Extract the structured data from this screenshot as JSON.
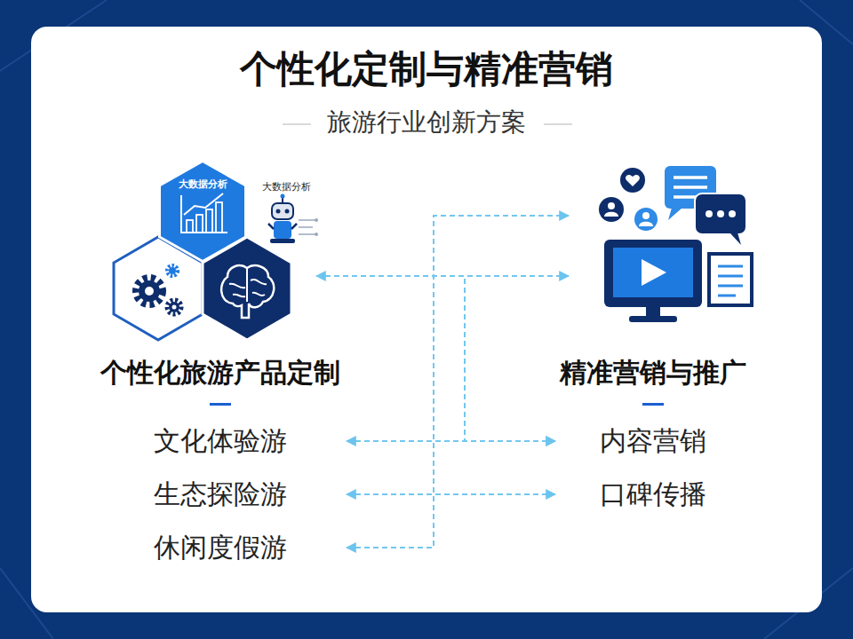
{
  "diagram": {
    "title": "个性化定制与精准营销",
    "nodes": [
      {
        "text": [
          "个性化旅游产品定制"
        ]
      },
      {
        "text": [
          "大数据分析"
        ],
        "in": 0
      },
      {
        "text": [
          "精准营销与推广"
        ]
      },
      {
        "text": [
          "文化体验游"
        ]
      },
      {
        "text": [
          "生态探险游"
        ]
      },
      {
        "text": [
          "休闲度假游"
        ]
      },
      {
        "text": [
          "内容营销"
        ]
      },
      {
        "text": [
          "口碑传播"
        ]
      }
    ],
    "edges": [
      {
        "from": 0,
        "to": 2,
        "arrow": "both"
      },
      {
        "from": 0,
        "to": 6,
        "arrow": "to"
      },
      {
        "from": 3,
        "to": 6,
        "arrow": "both"
      },
      {
        "from": 4,
        "to": 7,
        "arrow": "both"
      },
      {
        "from": 5,
        "to": 2,
        "arrow": "both"
      }
    ],
    "labels": [
      "旅游行业创新方案",
      "大数据分析"
    ]
  }
}
